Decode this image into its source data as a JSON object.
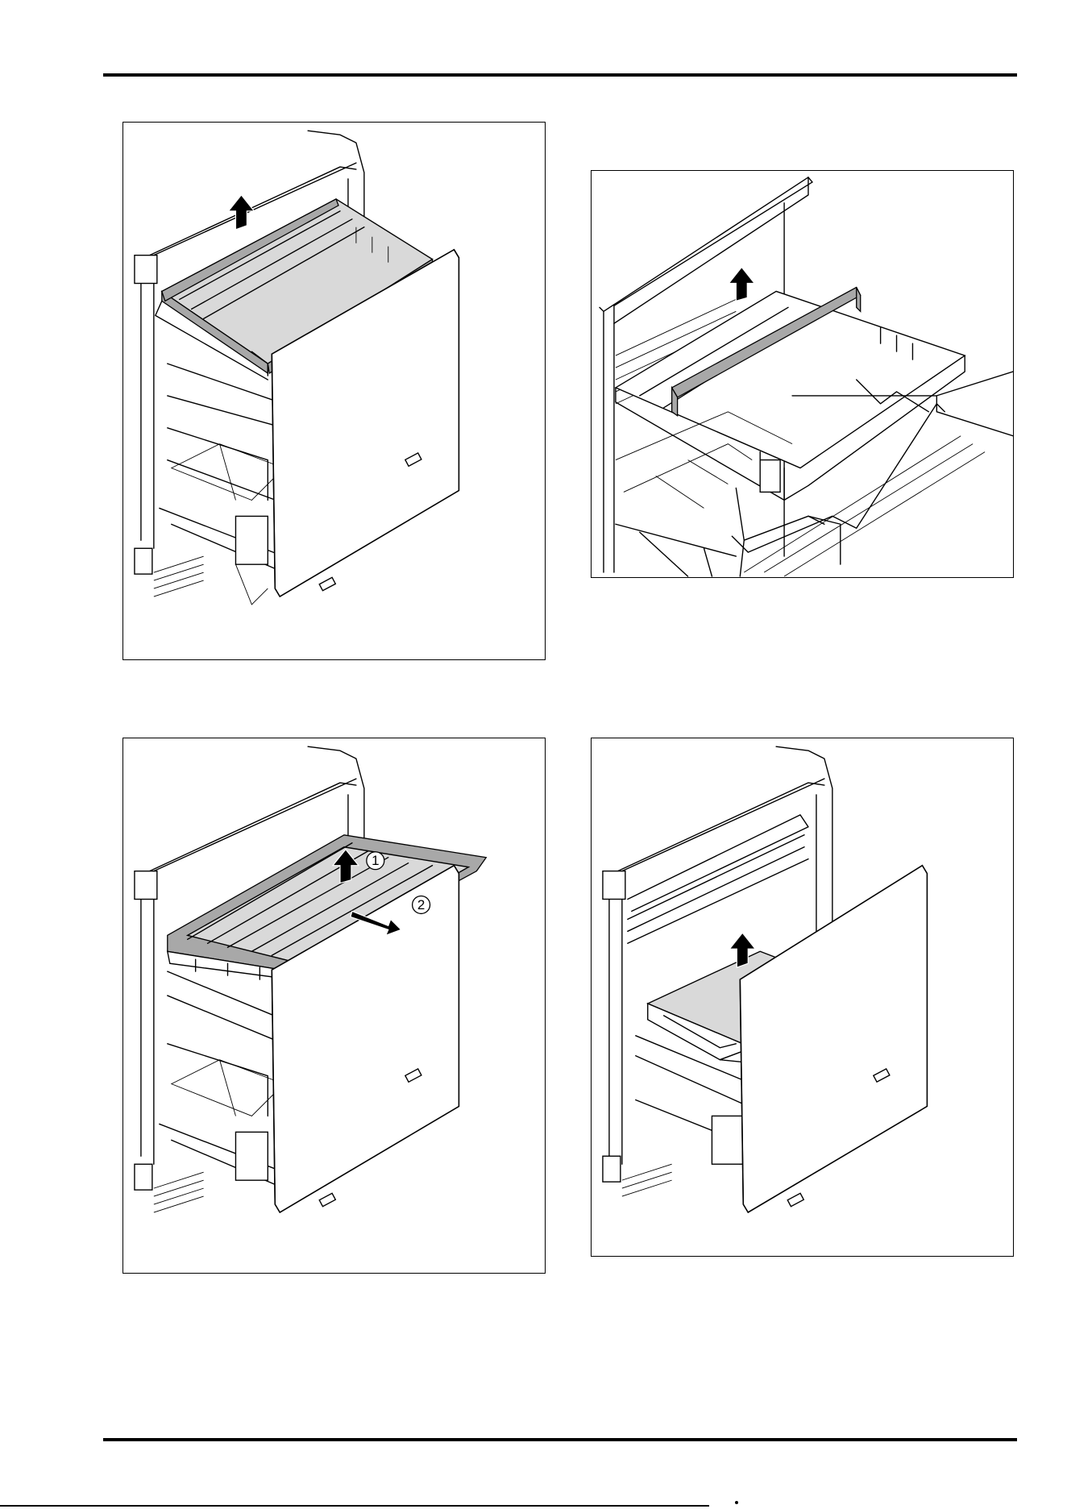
{
  "figures": [
    {
      "id": "fig1",
      "description_label": "remove-shelf-lift"
    },
    {
      "id": "fig2",
      "description_label": "remove-divider-lift"
    },
    {
      "id": "fig3",
      "description_label": "remove-rack-lift-pull",
      "callouts": [
        "1",
        "2"
      ]
    },
    {
      "id": "fig4",
      "description_label": "remove-container-lift"
    }
  ],
  "colors": {
    "line": "#000000",
    "shelf_fill": "#d9d9d9",
    "frame_fill": "#a8a8a8",
    "background": "#ffffff"
  },
  "icons": [
    "up-arrow-icon",
    "pull-arrow-icon"
  ]
}
